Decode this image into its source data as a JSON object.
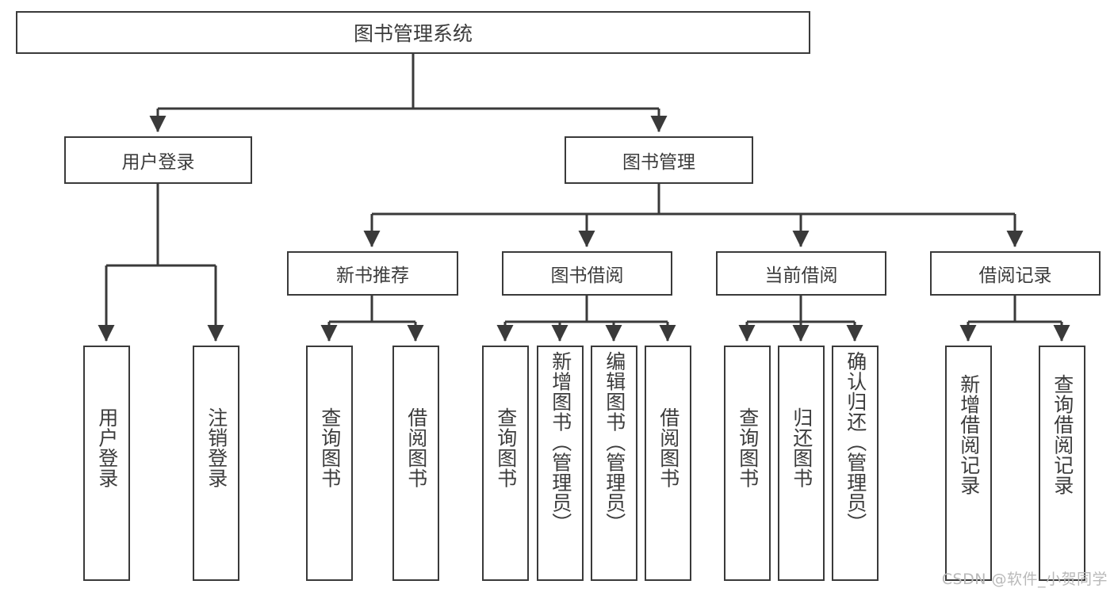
{
  "diagram": {
    "title": "图书管理系统",
    "type": "function-hierarchy-tree",
    "line_color": "#3a3a3a",
    "box_fill": "#ffffff",
    "text_color": "#3c3c3c",
    "root": {
      "label": "图书管理系统"
    },
    "level2": [
      {
        "label": "用户登录"
      },
      {
        "label": "图书管理"
      }
    ],
    "level3": [
      {
        "label": "新书推荐"
      },
      {
        "label": "图书借阅"
      },
      {
        "label": "当前借阅"
      },
      {
        "label": "借阅记录"
      }
    ],
    "leaves": [
      {
        "label": "用户登录",
        "group": "用户登录"
      },
      {
        "label": "注销登录",
        "group": "用户登录"
      },
      {
        "label": "查询图书",
        "group": "新书推荐"
      },
      {
        "label": "借阅图书",
        "group": "新书推荐"
      },
      {
        "label": "查询图书",
        "group": "图书借阅"
      },
      {
        "label": "新增图书（管理员）",
        "group": "图书借阅"
      },
      {
        "label": "编辑图书（管理员）",
        "group": "图书借阅"
      },
      {
        "label": "借阅图书",
        "group": "图书借阅"
      },
      {
        "label": "查询图书",
        "group": "当前借阅"
      },
      {
        "label": "归还图书",
        "group": "当前借阅"
      },
      {
        "label": "确认归还（管理员）",
        "group": "当前借阅"
      },
      {
        "label": "新增借阅记录",
        "group": "借阅记录"
      },
      {
        "label": "查询借阅记录",
        "group": "借阅记录"
      }
    ]
  },
  "watermark": {
    "text": "CSDN @软件_小贺同学"
  }
}
